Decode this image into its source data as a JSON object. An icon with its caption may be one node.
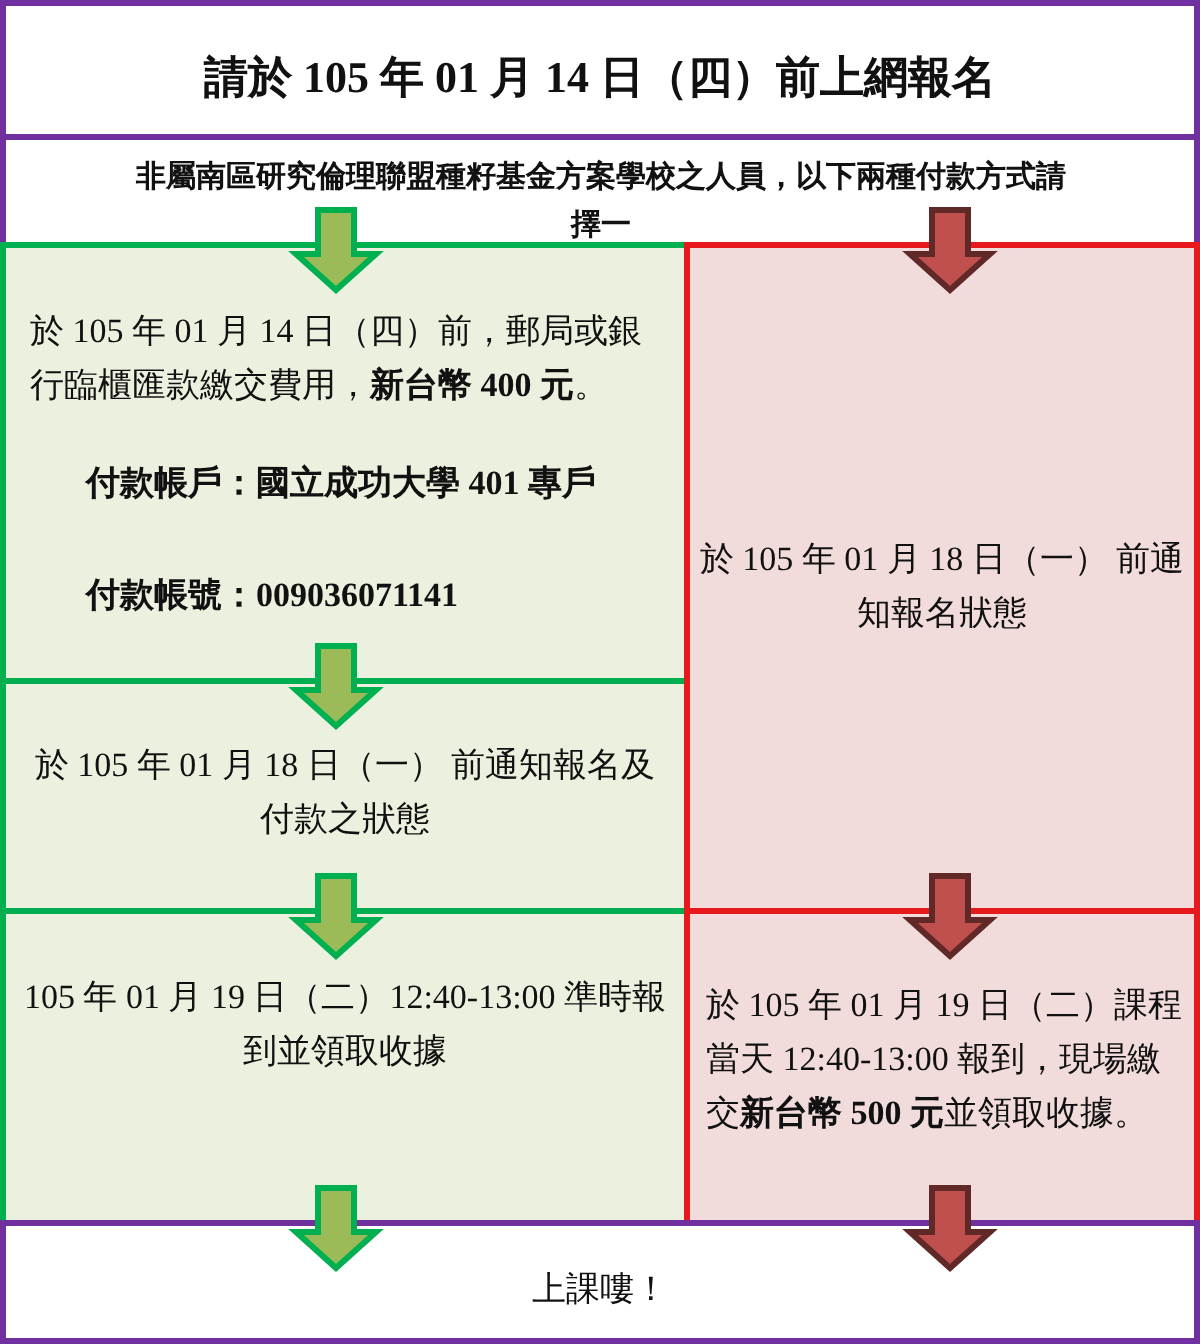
{
  "diagram": {
    "nodes": [
      {
        "text": [
          "請於 105 年 01 月 14 日（四）前上網報名"
        ]
      },
      {
        "text": [
          "非屬南區研究倫理聯盟種籽基金方案學校之人員，以下兩種付款方式請擇一"
        ]
      },
      {
        "text": [
          "於 105 年 01 月 14 日（四）前，郵局或銀行臨櫃匯款繳交費用，**新台幣 400 元**。",
          "付款帳戶：國立成功大學 401 專戶",
          "付款帳號：009036071141"
        ]
      },
      {
        "text": [
          "於 105 年 01 月 18 日（一） 前通知報名及付款之狀態"
        ]
      },
      {
        "text": [
          "105 年 01 月 19 日（二）12:40-13:00 準時報到並領取收據"
        ]
      },
      {
        "text": [
          "於 105 年 01 月 18 日（一） 前通知報名狀態"
        ]
      },
      {
        "text": [
          "於 105 年 01 月 19 日（二）課程當天 12:40-13:00 報到，現場繳交**新台幣 500 元**並領取收據。"
        ]
      },
      {
        "text": [
          "上課嘍！"
        ]
      }
    ],
    "edges": [
      {
        "from": 1,
        "to": 2,
        "arrow": "to"
      },
      {
        "from": 1,
        "to": 5,
        "arrow": "to",
        "color": "#c0504d"
      },
      {
        "from": 2,
        "to": 3,
        "arrow": "to"
      },
      {
        "from": 3,
        "to": 4,
        "arrow": "to"
      },
      {
        "from": 4,
        "to": 7,
        "arrow": "to"
      },
      {
        "from": 5,
        "to": 6,
        "arrow": "to",
        "color": "#c0504d"
      },
      {
        "from": 6,
        "to": 7,
        "arrow": "to",
        "color": "#c0504d"
      }
    ]
  }
}
